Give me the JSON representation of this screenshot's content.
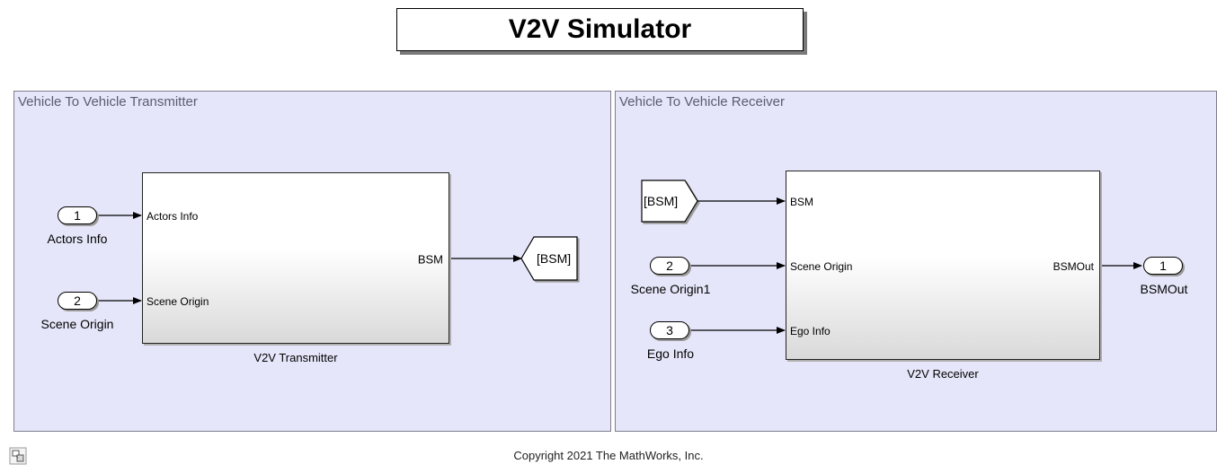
{
  "title": "V2V Simulator",
  "transmitter_area": {
    "title": "Vehicle To Vehicle Transmitter",
    "block": {
      "name": "V2V Transmitter",
      "inputs": [
        "Actors Info",
        "Scene Origin"
      ],
      "output": "BSM"
    },
    "inports": [
      {
        "number": "1",
        "label": "Actors Info"
      },
      {
        "number": "2",
        "label": "Scene Origin"
      }
    ],
    "goto_tag": "[BSM]"
  },
  "receiver_area": {
    "title": "Vehicle To Vehicle Receiver",
    "from_tag": "[BSM]",
    "block": {
      "name": "V2V Receiver",
      "inputs": [
        "BSM",
        "Scene Origin",
        "Ego Info"
      ],
      "output": "BSMOut"
    },
    "inports": [
      {
        "number": "2",
        "label": "Scene Origin1"
      },
      {
        "number": "3",
        "label": "Ego Info"
      }
    ],
    "outport": {
      "number": "1",
      "label": "BSMOut"
    }
  },
  "footer": {
    "copyright": "Copyright 2021 The MathWorks, Inc.",
    "icon": "model-info-icon"
  }
}
